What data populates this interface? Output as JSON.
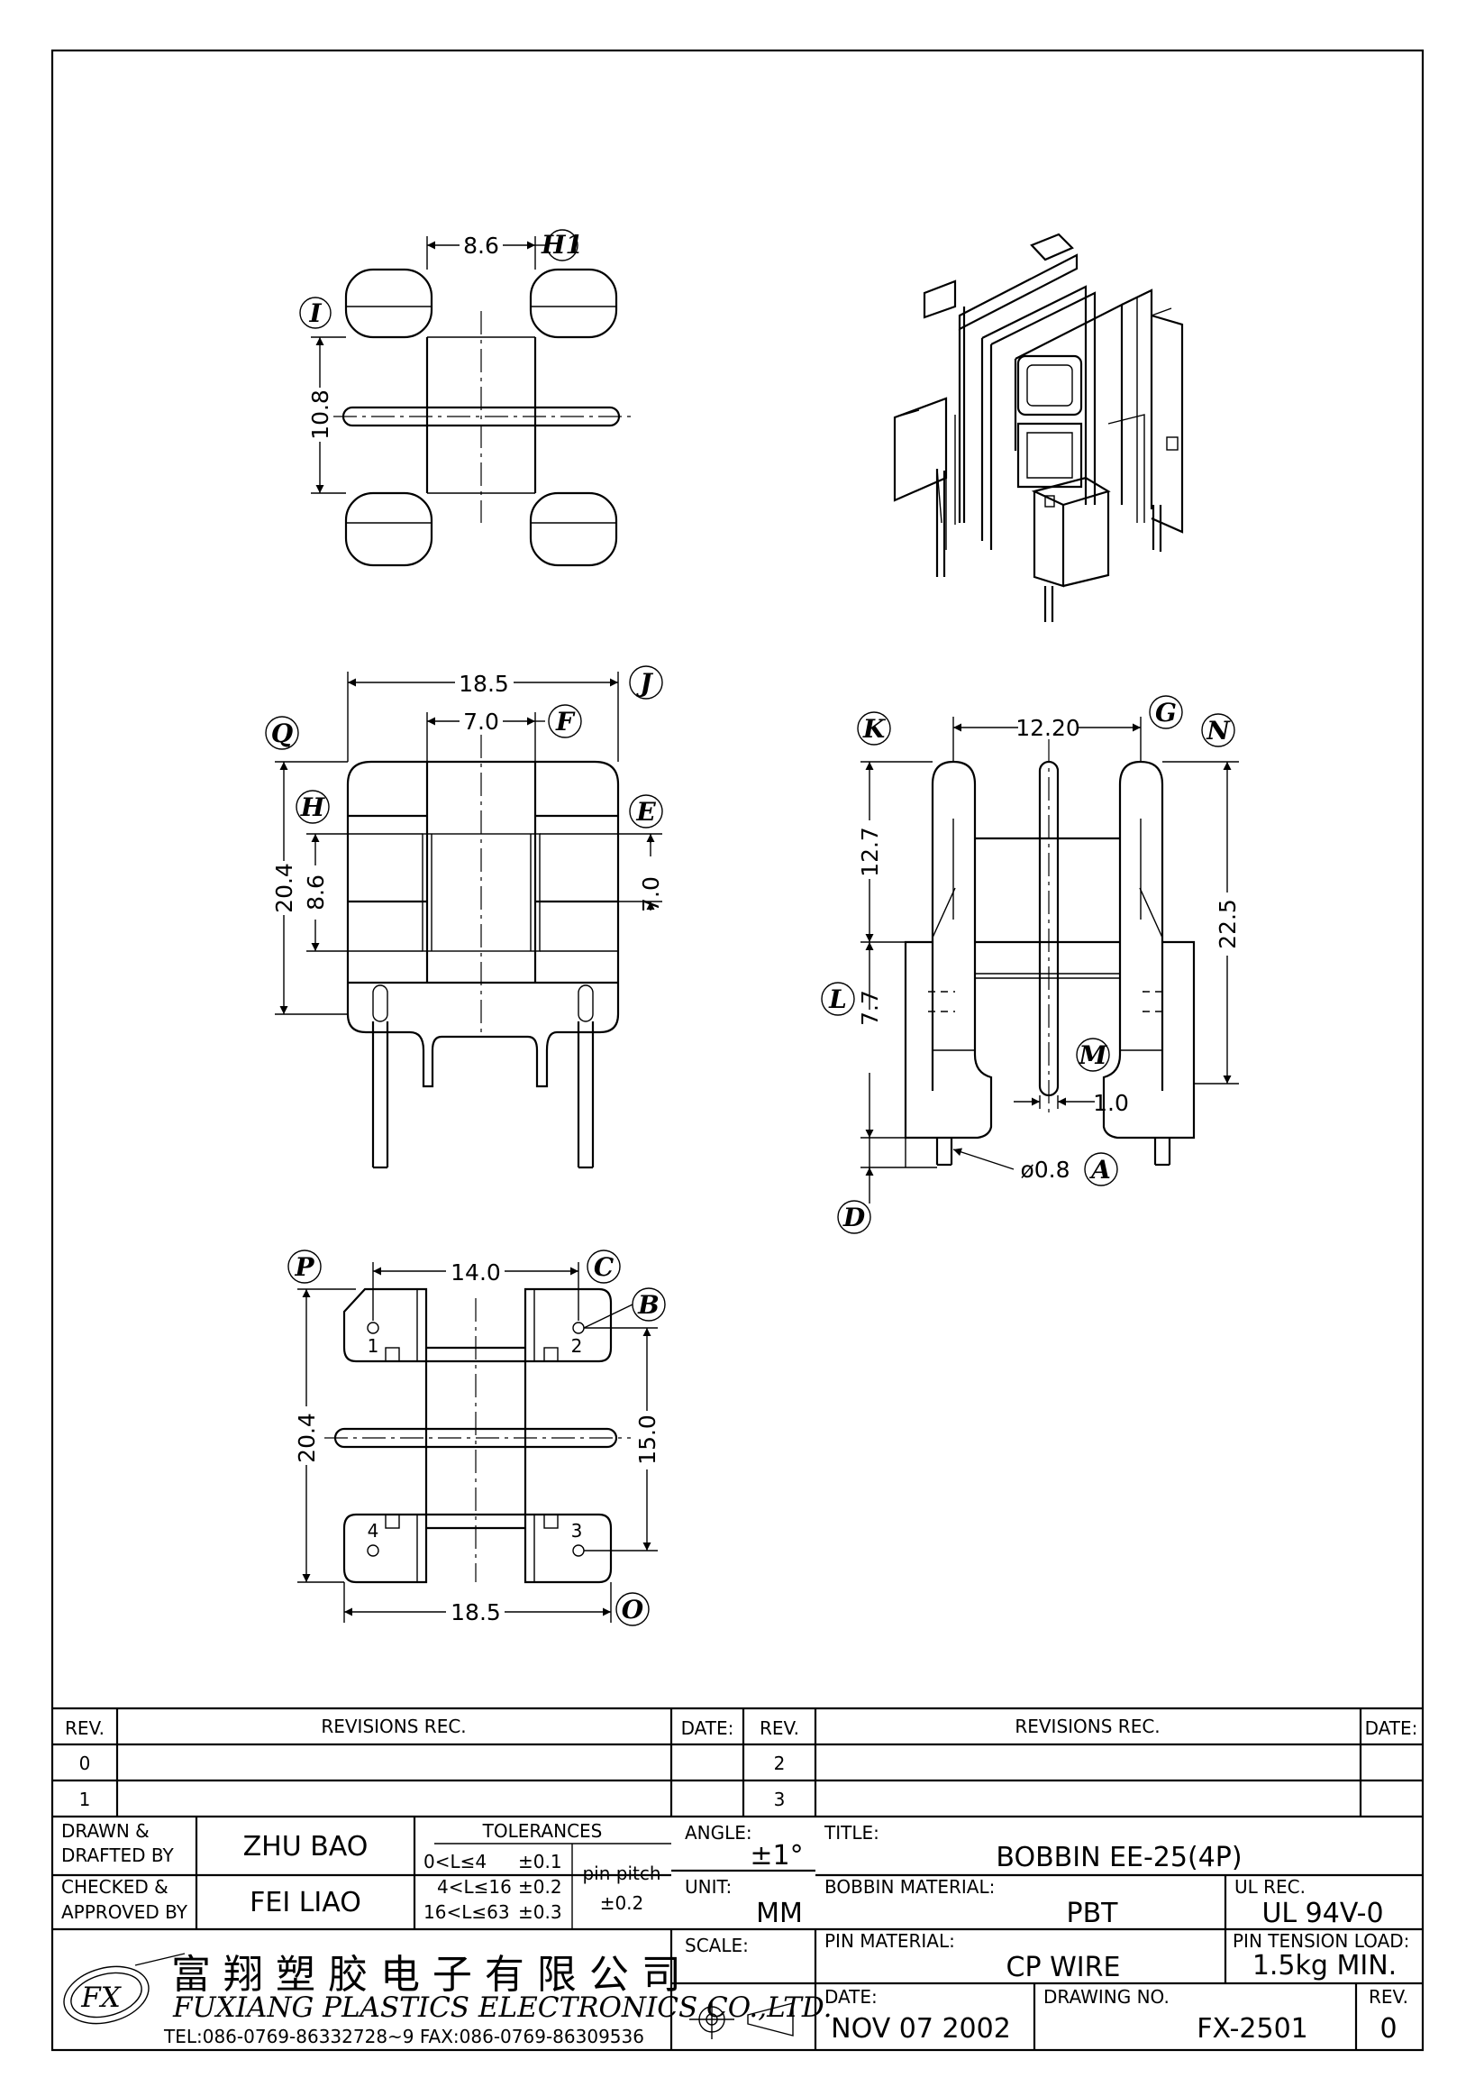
{
  "dimensions": {
    "top_width": "8.6",
    "top_height": "10.8",
    "front_width": "18.5",
    "front_core": "7.0",
    "front_height": "20.4",
    "front_window": "8.6",
    "front_window_r": "7.0",
    "side_width": "12.20",
    "side_upper": "12.7",
    "side_lower": "7.7",
    "side_height": "22.5",
    "side_flange": "1.0",
    "side_pin": "ø0.8",
    "bottom_pin_pitch": "14.0",
    "bottom_height": "20.4",
    "bottom_pitch_v": "15.0",
    "bottom_width": "18.5"
  },
  "labels": {
    "H1": "H1",
    "I": "I",
    "J": "J",
    "F": "F",
    "Q": "Q",
    "H": "H",
    "E": "E",
    "K": "K",
    "G": "G",
    "N": "N",
    "L": "L",
    "M": "M",
    "A": "A",
    "D": "D",
    "P": "P",
    "C": "C",
    "B": "B",
    "O": "O"
  },
  "pins": [
    "1",
    "2",
    "3",
    "4"
  ],
  "revisions": {
    "rev_header": "REV.",
    "rec_header": "REVISIONS   REC.",
    "date_header": "DATE:",
    "rows_left": [
      "0",
      "1"
    ],
    "rows_right": [
      "2",
      "3"
    ]
  },
  "title_block": {
    "drawn_label_1": "DRAWN  &",
    "drawn_label_2": "DRAFTED BY",
    "drawn_by": "ZHU  BAO",
    "checked_label_1": "CHECKED  &",
    "checked_label_2": "APPROVED BY",
    "checked_by": "FEI  LIAO",
    "tolerances_label": "TOLERANCES",
    "tol_rows": [
      {
        "range": "0<L≤4",
        "value": "±0.1"
      },
      {
        "range": "4<L≤16",
        "value": "±0.2"
      },
      {
        "range": "16<L≤63",
        "value": "±0.3"
      }
    ],
    "pin_pitch_label": "pin  pitch",
    "pin_pitch_value": "±0.2",
    "angle_label": "ANGLE:",
    "angle_value": "±1°",
    "unit_label": "UNIT:",
    "unit_value": "MM",
    "scale_label": "SCALE:",
    "title_label": "TITLE:",
    "title_value": "BOBBIN  EE-25(4P)",
    "bobbin_material_label": "BOBBIN MATERIAL:",
    "bobbin_material_value": "PBT",
    "ul_label": "UL REC.",
    "ul_value": "UL  94V-0",
    "pin_material_label": "PIN MATERIAL:",
    "pin_material_value": "CP  WIRE",
    "pin_tension_label": "PIN TENSION  LOAD:",
    "pin_tension_value": "1.5kg  MIN.",
    "date_label": "DATE:",
    "date_value": "NOV  07  2002",
    "drawing_no_label": "DRAWING NO.",
    "drawing_no_value": "FX-2501",
    "rev_label": "REV.",
    "rev_value": "0",
    "company_cn": "富 翔 塑 胶 电 子 有 限 公 司",
    "company_en": "FUXIANG PLASTICS ELECTRONICS CO.,LTD.",
    "contact": "TEL:086-0769-86332728~9   FAX:086-0769-86309536"
  }
}
